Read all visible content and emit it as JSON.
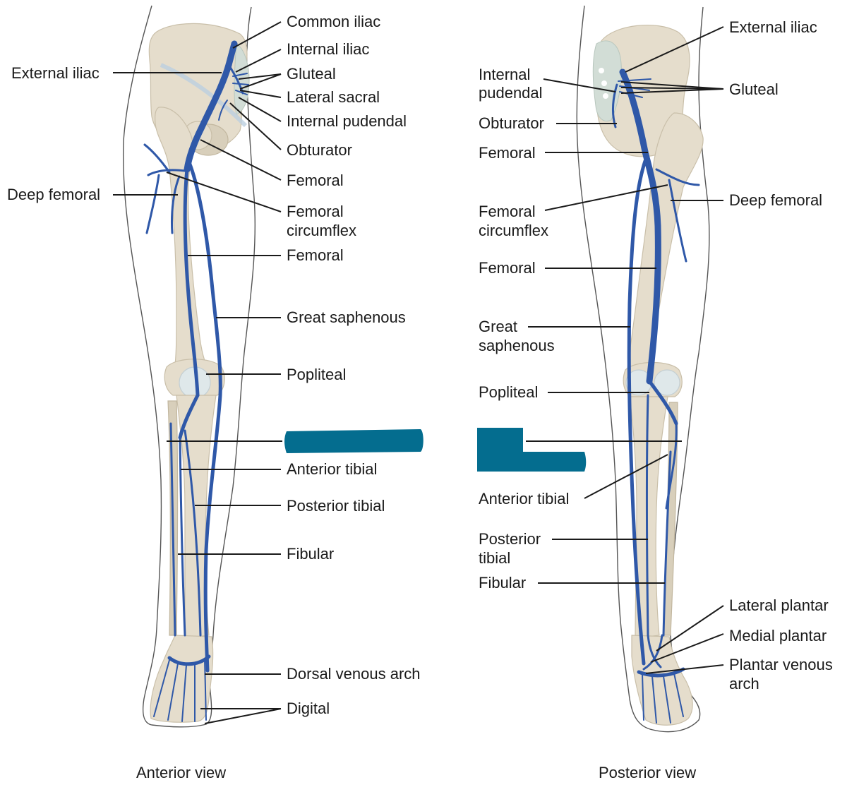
{
  "colors": {
    "vein": "#2f58a8",
    "bone": "#e5ddcc",
    "mask": "#046d8f",
    "leader": "#1a1a1a"
  },
  "anterior": {
    "view_label": "Anterior view",
    "labels": {
      "common_iliac": "Common iliac",
      "internal_iliac": "Internal iliac",
      "external_iliac": "External iliac",
      "gluteal": "Gluteal",
      "lateral_sacral": "Lateral sacral",
      "internal_pudendal": "Internal pudendal",
      "obturator": "Obturator",
      "femoral_upper": "Femoral",
      "deep_femoral": "Deep femoral",
      "femoral_circumflex_1": "Femoral",
      "femoral_circumflex_2": "circumflex",
      "femoral_lower": "Femoral",
      "great_saphenous": "Great saphenous",
      "popliteal": "Popliteal",
      "anterior_tibial": "Anterior tibial",
      "posterior_tibial": "Posterior tibial",
      "fibular": "Fibular",
      "dorsal_venous_arch": "Dorsal venous arch",
      "digital": "Digital"
    }
  },
  "posterior": {
    "view_label": "Posterior view",
    "labels": {
      "external_iliac": "External iliac",
      "internal_pudendal_1": "Internal",
      "internal_pudendal_2": "pudendal",
      "gluteal": "Gluteal",
      "obturator": "Obturator",
      "femoral_upper": "Femoral",
      "deep_femoral": "Deep femoral",
      "femoral_circumflex_1": "Femoral",
      "femoral_circumflex_2": "circumflex",
      "femoral_lower": "Femoral",
      "great_saphenous_1": "Great",
      "great_saphenous_2": "saphenous",
      "popliteal": "Popliteal",
      "anterior_tibial": "Anterior tibial",
      "posterior_tibial_1": "Posterior",
      "posterior_tibial_2": "tibial",
      "fibular": "Fibular",
      "lateral_plantar": "Lateral plantar",
      "medial_plantar": "Medial plantar",
      "plantar_venous_arch_1": "Plantar venous",
      "plantar_venous_arch_2": "arch"
    }
  }
}
